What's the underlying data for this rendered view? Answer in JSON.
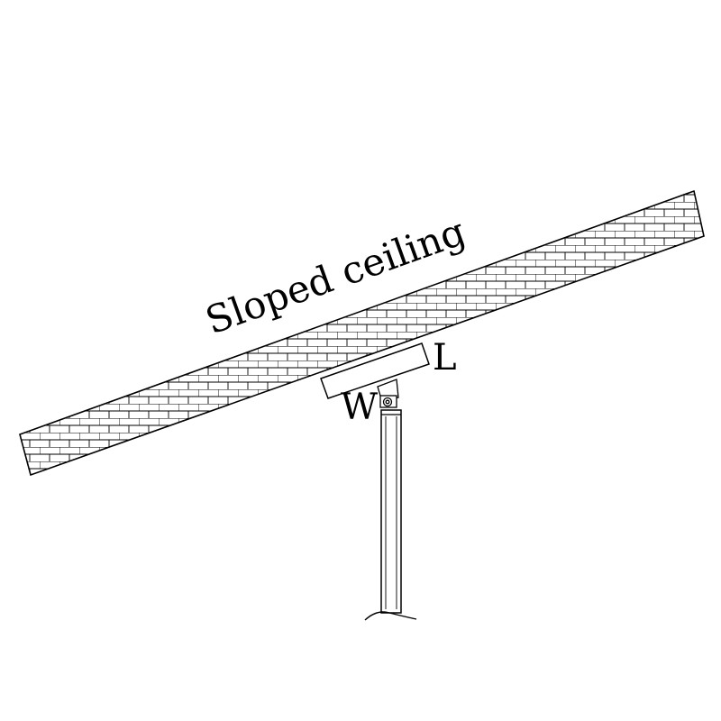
{
  "diagram": {
    "ceiling_label": "Sloped ceiling",
    "dimension_width_label": "W",
    "dimension_length_label": "L",
    "line_color": "#000000",
    "background_color": "#ffffff",
    "components": [
      "sloped-ceiling-brick-slab",
      "ceiling-mounting-plate",
      "swivel-joint",
      "pendant-downrod",
      "pendant-fixture-top"
    ]
  }
}
